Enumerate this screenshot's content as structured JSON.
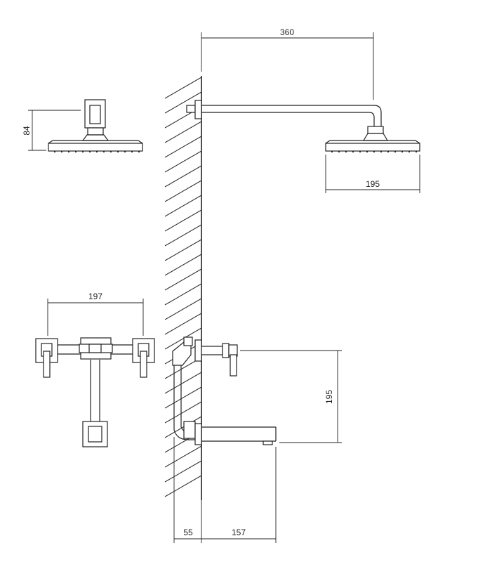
{
  "dimensions": {
    "arm_length": "360",
    "head_height": "84",
    "head_width": "195",
    "mixer_width": "197",
    "spout_height": "195",
    "wall_offset": "55",
    "spout_length": "157"
  },
  "colors": {
    "line": "#222222",
    "background": "#ffffff"
  }
}
